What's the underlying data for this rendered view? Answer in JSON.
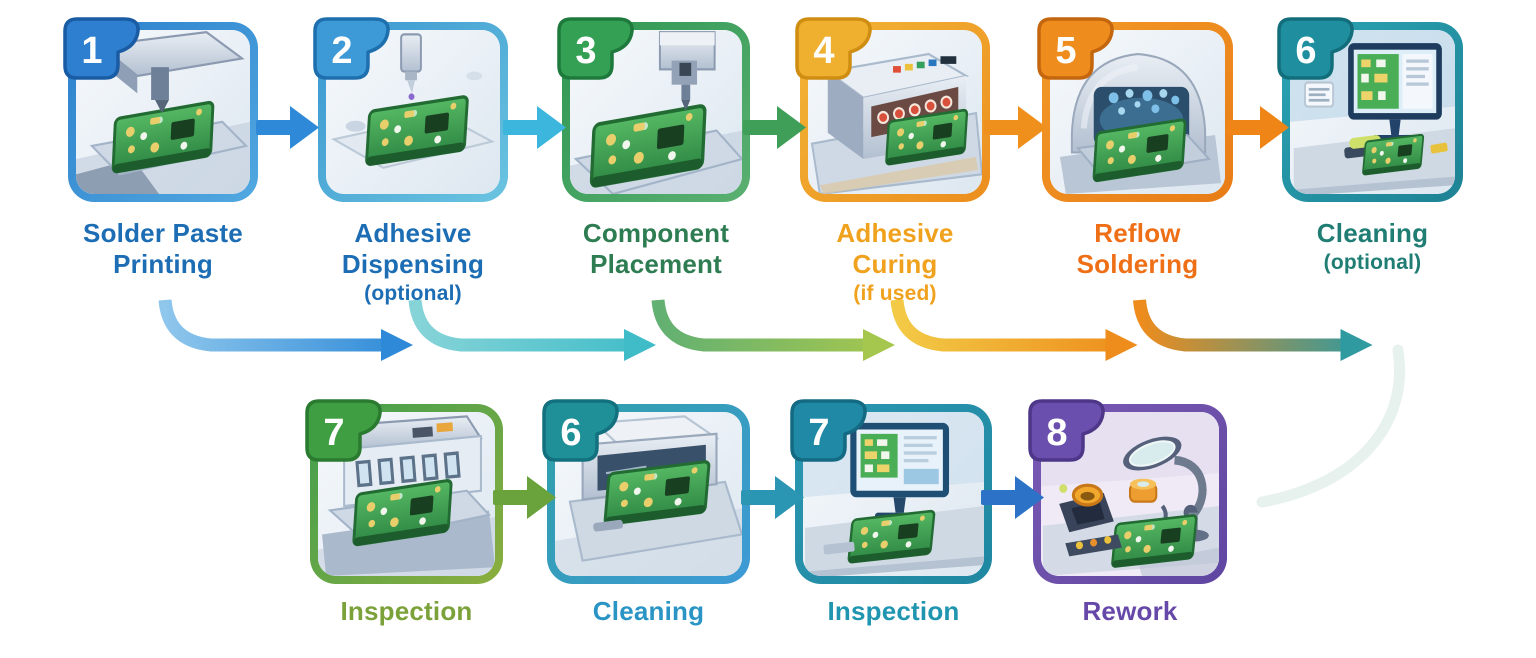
{
  "figure": {
    "type": "process-flow-diagram",
    "subject": "SMT PCB assembly process steps",
    "background_color": "#ffffff"
  },
  "rows": [
    {
      "steps": [
        {
          "number": "1",
          "lines": [
            "Solder Paste",
            "Printing"
          ],
          "sub": "",
          "illustration": "solder-paste-printer",
          "border_start": "#2b80cc",
          "border_end": "#52a8e0",
          "badge_fill": "#2e7fd0",
          "badge_stroke": "#195ca4",
          "label_color": "#1d6db4"
        },
        {
          "number": "2",
          "lines": [
            "Adhesive",
            "Dispensing"
          ],
          "sub": "(optional)",
          "illustration": "adhesive-dispenser",
          "border_start": "#3a96d0",
          "border_end": "#6ac4e0",
          "badge_fill": "#3e9ad6",
          "badge_stroke": "#1d6fae",
          "label_color": "#1d6db4"
        },
        {
          "number": "3",
          "lines": [
            "Component",
            "Placement"
          ],
          "sub": "",
          "illustration": "pick-and-place-machine",
          "border_start": "#2f9652",
          "border_end": "#5ab071",
          "badge_fill": "#33a054",
          "badge_stroke": "#1e7a3c",
          "label_color": "#2e7d52"
        },
        {
          "number": "4",
          "lines": [
            "Adhesive",
            "Curing"
          ],
          "sub": "(if used)",
          "illustration": "curing-oven",
          "border_start": "#f2b637",
          "border_end": "#ec8e1e",
          "badge_fill": "#eeb02e",
          "badge_stroke": "#cf8d12",
          "label_color": "#f0a21e"
        },
        {
          "number": "5",
          "lines": [
            "Reflow",
            "Soldering"
          ],
          "sub": "",
          "illustration": "reflow-oven",
          "border_start": "#f29a28",
          "border_end": "#e87c16",
          "badge_fill": "#ee8c1e",
          "badge_stroke": "#c4660e",
          "label_color": "#ee6f16"
        },
        {
          "number": "6",
          "lines": [
            "Cleaning"
          ],
          "sub": "(optional)",
          "illustration": "cleaning-workstation",
          "border_start": "#2ba4b4",
          "border_end": "#1d8294",
          "badge_fill": "#1f8fa0",
          "badge_stroke": "#136e7c",
          "label_color": "#1f7d74"
        }
      ],
      "connector_colors": [
        "#2e8ad8",
        "#3cb6dc",
        "#3f9e57",
        "#ef8f1c",
        "#ef8517"
      ]
    },
    {
      "steps": [
        {
          "number": "7",
          "lines": [
            "Inspection"
          ],
          "sub": "",
          "illustration": "aoi-inspection-machine",
          "border_start": "#3f9e4f",
          "border_end": "#8cae3e",
          "badge_fill": "#3f9e42",
          "badge_stroke": "#2a7a30",
          "label_color": "#7ba23a"
        },
        {
          "number": "6",
          "lines": [
            "Cleaning"
          ],
          "sub": "",
          "illustration": "cleaning-machine",
          "border_start": "#2fa0a8",
          "border_end": "#3e9ad6",
          "badge_fill": "#1f8f98",
          "badge_stroke": "#13707e",
          "label_color": "#2a95c5"
        },
        {
          "number": "7",
          "lines": [
            "Inspection"
          ],
          "sub": "",
          "illustration": "inspection-workstation",
          "border_start": "#2b97b2",
          "border_end": "#1f87a0",
          "badge_fill": "#1f89a6",
          "badge_stroke": "#136a82",
          "label_color": "#2095b0"
        },
        {
          "number": "8",
          "lines": [
            "Rework"
          ],
          "sub": "",
          "illustration": "rework-bench",
          "border_start": "#7a5ab4",
          "border_end": "#5f46a0",
          "badge_fill": "#6a4fae",
          "badge_stroke": "#4e3788",
          "label_color": "#6648a8"
        }
      ],
      "connector_colors": [
        "#6aa23c",
        "#2a96b4",
        "#2c73c8"
      ]
    }
  ],
  "swoosh_arrows": [
    {
      "from": "Solder Paste Printing",
      "to": "Adhesive Dispensing",
      "start_color": "#8ec6ec",
      "end_color": "#2e8ad8"
    },
    {
      "from": "Adhesive Dispensing",
      "to": "Component Placement",
      "start_color": "#86d4d8",
      "end_color": "#40bcc8"
    },
    {
      "from": "Component Placement",
      "to": "Adhesive Curing",
      "start_color": "#62b072",
      "end_color": "#a6c74e"
    },
    {
      "from": "Adhesive Curing",
      "to": "Reflow Soldering",
      "start_color": "#f2ca46",
      "end_color": "#ee8c1c"
    },
    {
      "from": "Reflow Soldering",
      "to": "Cleaning",
      "start_color": "#ee8c1c",
      "end_color": "#2f9aa0"
    }
  ]
}
